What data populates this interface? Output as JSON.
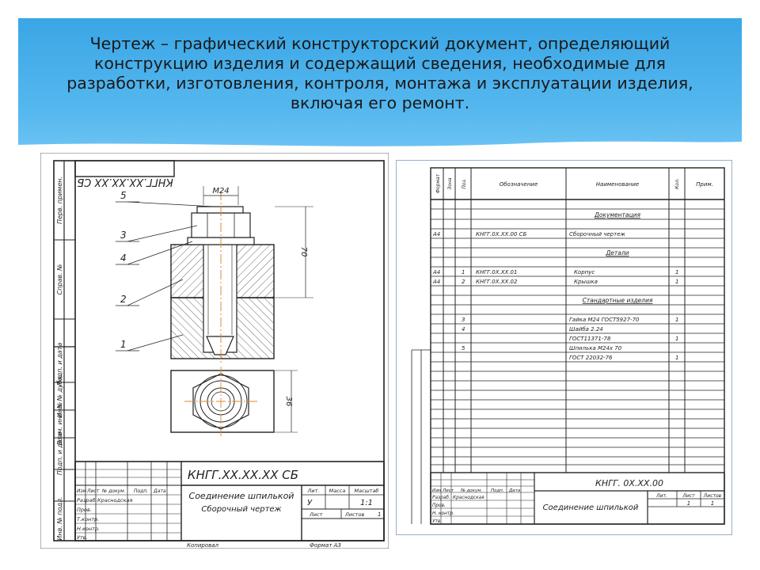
{
  "slide": {
    "title_lines": [
      "Чертеж – графический конструкторский документ, определяющий",
      "конструкцию изделия и содержащий сведения, необходимые для",
      "разработки, изготовления, контроля, монтажа и эксплуатации изделия,",
      "включая его ремонт."
    ]
  },
  "drawing": {
    "stamp_mirror": "КНГГ.ХХ.ХХ.ХХ СБ",
    "thread_label": "M24",
    "dim_height": "70",
    "dim_width": "36",
    "leaders": [
      "5",
      "3",
      "4",
      "2",
      "1"
    ],
    "side_labels": [
      "Перв. примен.",
      "Справ. №",
      "Подп. и дата",
      "Инв. № дубл.",
      "Взам. инв. №",
      "Подп. и дата",
      "Инв. № подл."
    ],
    "designation": "КНГГ.ХХ.ХХ.ХХ СБ",
    "name_line1": "Соединение шпилькой",
    "name_line2": "Сборочный чертеж",
    "col_headers": [
      "Изм",
      "Лист",
      "№ докум.",
      "Подп.",
      "Дата"
    ],
    "roles": [
      "Разраб.",
      "Пров.",
      "Т.контр.",
      "Н.контр.",
      "Утв."
    ],
    "developer": "Краснодская",
    "lit_header": "Лит.",
    "mass_header": "Масса",
    "scale_header": "Масштаб",
    "lit_value": "У",
    "scale_value": "1:1",
    "sheet_label": "Лист",
    "sheets_label": "Листов",
    "sheets_value": "1",
    "footer_left": "Копировал",
    "footer_right": "Формат А3"
  },
  "spec": {
    "headers": [
      "Формат",
      "Зона",
      "Поз.",
      "Обозначение",
      "Наименование",
      "Кол.",
      "Прим."
    ],
    "sections": [
      "Документация",
      "Детали",
      "Стандартные изделия"
    ],
    "rows": [
      {
        "fmt": "А4",
        "pos": "",
        "desig": "КНГГ.0Х.ХХ.00 СБ",
        "name": "Сборочный чертеж",
        "qty": ""
      },
      {
        "fmt": "А4",
        "pos": "1",
        "desig": "КНГГ.0Х.ХХ.01",
        "name": "Корпус",
        "qty": "1"
      },
      {
        "fmt": "А4",
        "pos": "2",
        "desig": "КНГГ.0Х.ХХ.02",
        "name": "Крышка",
        "qty": "1"
      },
      {
        "fmt": "",
        "pos": "3",
        "desig": "",
        "name": "Гайка М24 ГОСТ5927-70",
        "qty": "1"
      },
      {
        "fmt": "",
        "pos": "4",
        "desig": "",
        "name": "Шайба 2.24",
        "qty": ""
      },
      {
        "fmt": "",
        "pos": "",
        "desig": "",
        "name": "ГОСТ11371-78",
        "qty": "1"
      },
      {
        "fmt": "",
        "pos": "5",
        "desig": "",
        "name": "Шпилька М24х 70",
        "qty": ""
      },
      {
        "fmt": "",
        "pos": "",
        "desig": "",
        "name": "ГОСТ 22032-76",
        "qty": "1"
      }
    ],
    "designation": "КНГГ. 0Х.ХХ.00",
    "name": "Соединение шпилькой",
    "col_headers": [
      "Изм",
      "Лист",
      "№ докум.",
      "Подп.",
      "Дата"
    ],
    "roles": [
      "Разраб.",
      "Пров.",
      "Н. контр.",
      "Утв."
    ],
    "developer": "Краснодская",
    "lit_header": "Лит.",
    "sheet_header": "Лист",
    "sheets_header": "Листов",
    "sheet_value": "1",
    "sheets_value": "1"
  }
}
